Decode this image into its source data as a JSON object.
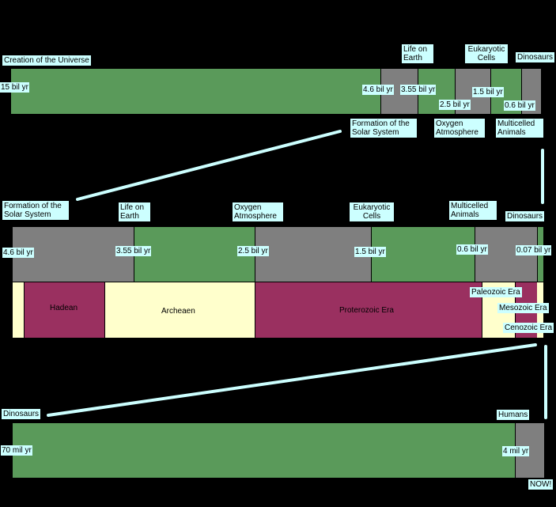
{
  "timeline1": {
    "labels": {
      "creation": "Creation of the Universe",
      "life": "Life on Earth",
      "eukaryotic": "Eukaryotic Cells",
      "dinosaurs": "Dinosaurs",
      "formation": "Formation of the Solar System",
      "oxygen": "Oxygen Atmosphere",
      "multicelled": "Multicelled Animals"
    },
    "values": {
      "v15": "15 bil yr",
      "v46": "4.6 bil yr",
      "v355": "3.55 bil yr",
      "v25": "2.5 bil yr",
      "v15b": "1.5 bil yr",
      "v06": "0.6 bil yr"
    }
  },
  "timeline2": {
    "labels": {
      "formation": "Formation of the Solar System",
      "life": "Life on Earth",
      "oxygen": "Oxygen Atmosphere",
      "eukaryotic": "Eukaryotic Cells",
      "multicelled": "Multicelled Animals",
      "dinosaurs": "Dinosaurs"
    },
    "values": {
      "v46": "4.6 bil yr",
      "v355": "3.55 bil yr",
      "v25": "2.5 bil yr",
      "v15": "1.5 bil yr",
      "v06": "0.6 bil yr",
      "v007": "0.07 bil yr"
    },
    "eras": {
      "hadean": "Hadean",
      "archeaen": "Archeaen",
      "proterozoic": "Proterozoic Era",
      "paleozoic": "Paleozoic Era",
      "mesozoic": "Mesozoic Era",
      "cenozoic": "Cenozoic Era"
    }
  },
  "timeline3": {
    "labels": {
      "dinosaurs": "Dinosaurs",
      "humans": "Humans",
      "now": "NOW!"
    },
    "values": {
      "v70": "70 mil yr",
      "v4": "4 mil yr"
    }
  },
  "colors": {
    "green": "#5a9a5a",
    "gray": "#7f7f7f",
    "maroon": "#9a3060",
    "cream": "#ffffcc",
    "label_bg": "#ccffff"
  }
}
